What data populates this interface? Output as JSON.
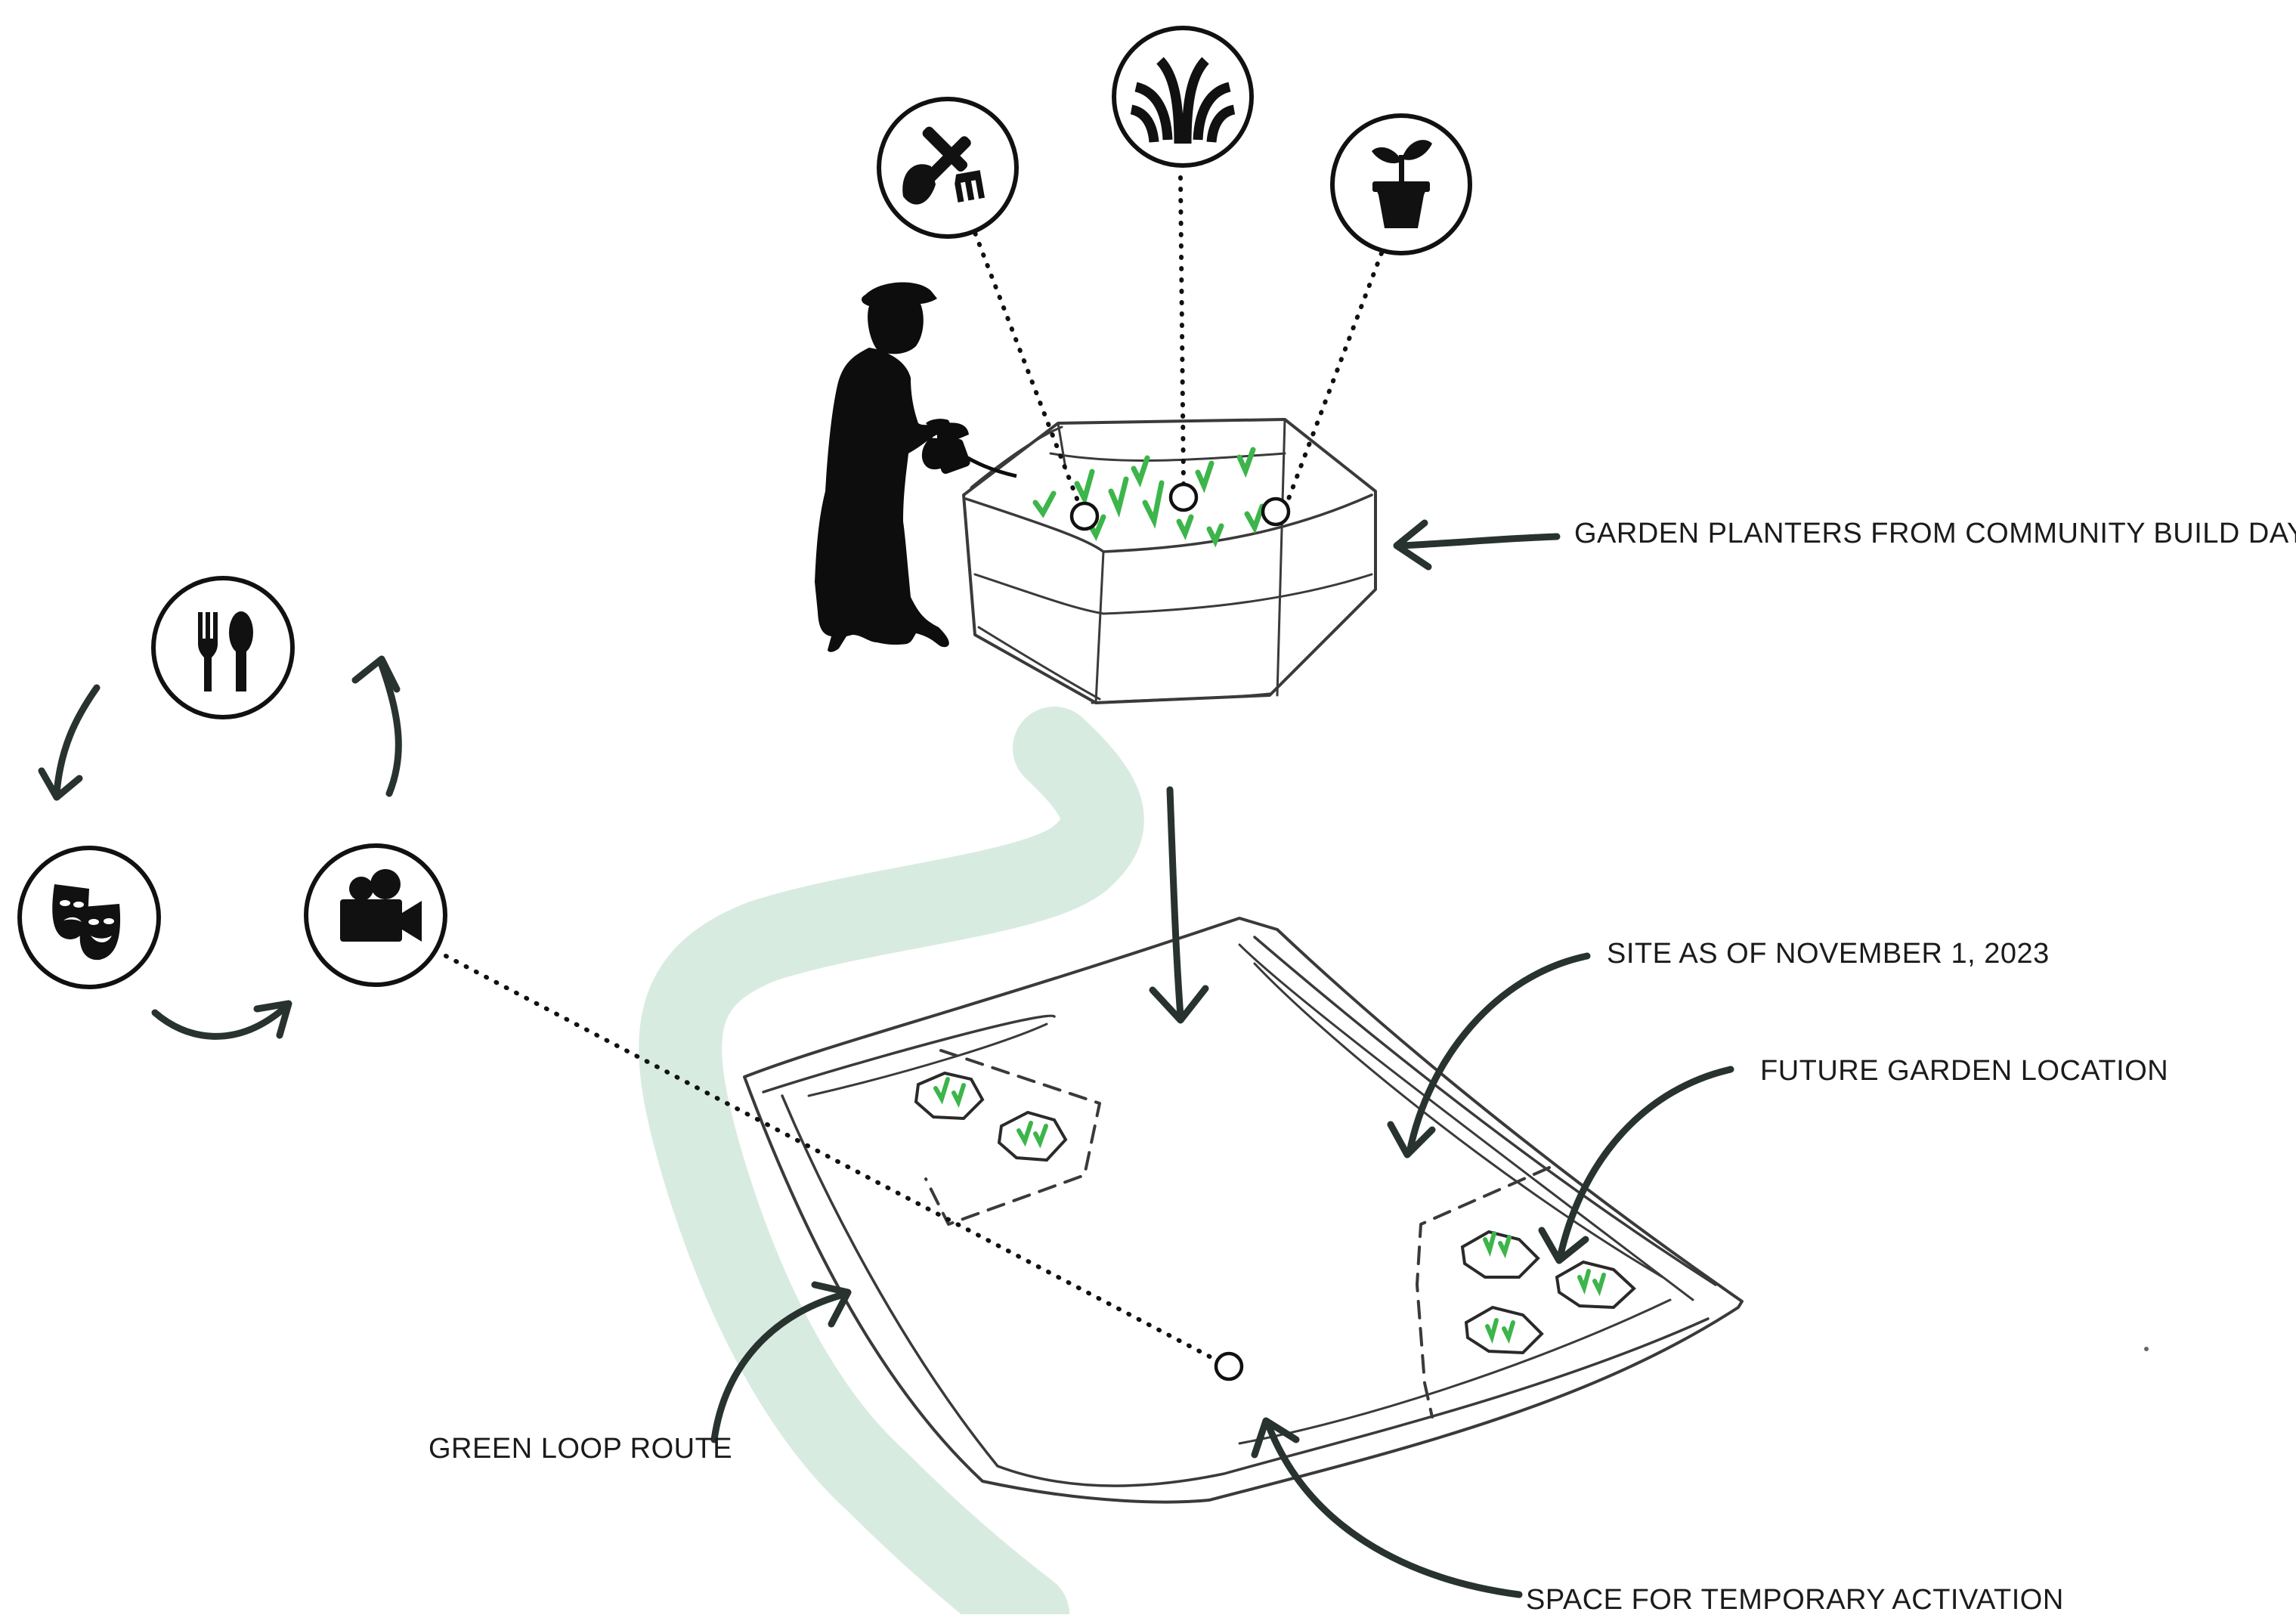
{
  "labels": {
    "garden_planters": "GARDEN PLANTERS FROM COMMUNITY BUILD DAY",
    "site_as_of": "SITE AS OF NOVEMBER 1, 2023",
    "future_garden": "FUTURE GARDEN LOCATION",
    "green_loop": "GREEN LOOP ROUTE",
    "temporary_activation": "SPACE FOR TEMPORARY ACTIVATION"
  },
  "planter_icons": [
    "garden-tools-icon",
    "field-rows-icon",
    "potted-plant-icon"
  ],
  "activity_cycle_icons": [
    "fork-spoon-icon",
    "theater-masks-icon",
    "movie-camera-icon"
  ],
  "colors": {
    "ink": "#111111",
    "sketch_line": "#3a3a3a",
    "arrow": "#283330",
    "plant_green": "#3cb54a",
    "green_loop": "#d8ebe1",
    "background": "#ffffff"
  }
}
